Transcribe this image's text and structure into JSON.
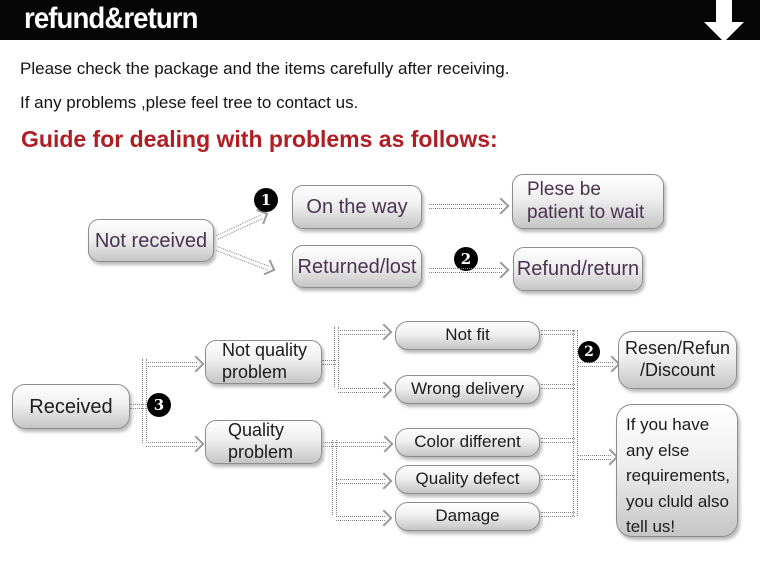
{
  "banner": {
    "title": "refund&return"
  },
  "intro": {
    "line1": "Please check the package and the items carefully after receiving.",
    "line2": "If any problems ,plese feel tree to contact us.",
    "heading": "Guide for dealing with problems as follows:"
  },
  "colors": {
    "heading_red": "#b01e24",
    "flow1_text_purple": "#4b3252",
    "flow2_text_black": "#1c1c1c",
    "banner_bg": "#060606",
    "box_border": "#8d8d8d"
  },
  "icons": {
    "banner_arrow": "down-arrow-icon"
  },
  "flow_not_received": {
    "source": "Not received",
    "badge_1": "1",
    "on_the_way": "On the way",
    "patient": "Plese be\npatient to wait",
    "returned_lost": "Returned/lost",
    "badge_2": "2",
    "refund_return": "Refund/return"
  },
  "flow_received": {
    "source": "Received",
    "badge_3": "3",
    "not_quality": "Not quality\nproblem",
    "quality": "Quality\nproblem",
    "not_fit": "Not fit",
    "wrong_delivery": "Wrong delivery",
    "badge_2": "2",
    "resen": "Resen/Refun\n/Discount",
    "color_different": "Color different",
    "quality_defect": "Quality defect",
    "damage": "Damage",
    "note": "If you have\nany else\nrequirements,\nyou cluld also\ntell us!"
  }
}
